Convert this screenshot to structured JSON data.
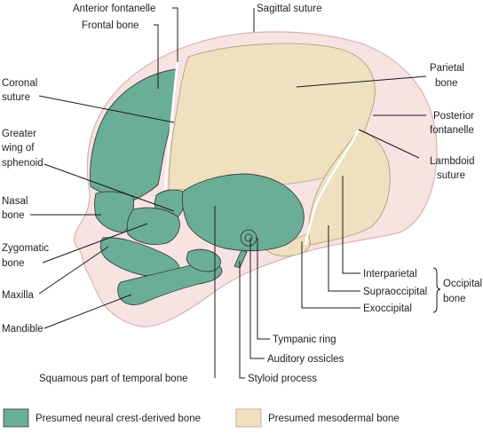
{
  "labels": {
    "anterior_fontanelle": "Anterior fontanelle",
    "sagittal_suture": "Sagittal suture",
    "frontal_bone": "Frontal bone",
    "parietal_bone_line1": "Parietal",
    "parietal_bone_line2": "bone",
    "coronal_suture_line1": "Coronal",
    "coronal_suture_line2": "suture",
    "posterior_fontanelle_line1": "Posterior",
    "posterior_fontanelle_line2": "fontanelle",
    "greater_wing_line1": "Greater",
    "greater_wing_line2": "wing of",
    "greater_wing_line3": "sphenoid",
    "lambdoid_suture_line1": "Lambdoid",
    "lambdoid_suture_line2": "suture",
    "nasal_bone_line1": "Nasal",
    "nasal_bone_line2": "bone",
    "zygomatic_bone_line1": "Zygomatic",
    "zygomatic_bone_line2": "bone",
    "maxilla": "Maxilla",
    "mandible": "Mandible",
    "interparietal": "Interparietal",
    "supraoccipital": "Supraoccipital",
    "exoccipital": "Exoccipital",
    "occipital_bone_line1": "Occipital",
    "occipital_bone_line2": "bone",
    "tympanic_ring": "Tympanic ring",
    "auditory_ossicles": "Auditory ossicles",
    "squamous_temporal": "Squamous part of temporal bone",
    "styloid_process": "Styloid process"
  },
  "legend": [
    {
      "label": "Presumed neural crest-derived bone",
      "color": "#6aae98"
    },
    {
      "label": "Presumed mesodermal bone",
      "color": "#efe1bf"
    }
  ],
  "colors": {
    "neural_crest": "#6aae98",
    "mesodermal": "#efe1bf",
    "skin": "#f7e3e2",
    "skin_outline": "#d9b3b0"
  }
}
